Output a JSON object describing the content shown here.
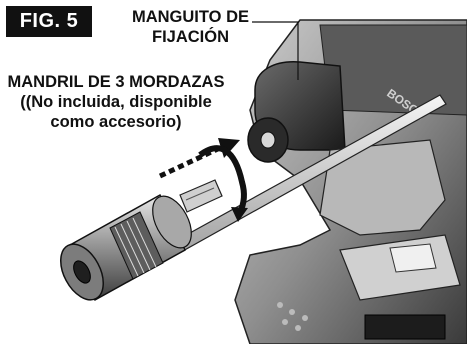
{
  "figure": {
    "label": "FIG. 5"
  },
  "callouts": {
    "sleeve": {
      "line1": "MANGUITO DE",
      "line2": "FIJACIÓN"
    },
    "chuck": {
      "line1": "MANDRIL DE 3 MORDAZAS",
      "line2": "((No incluida, disponible",
      "line3": "como accesorio)"
    }
  },
  "brand_mark": "BOSCH"
}
